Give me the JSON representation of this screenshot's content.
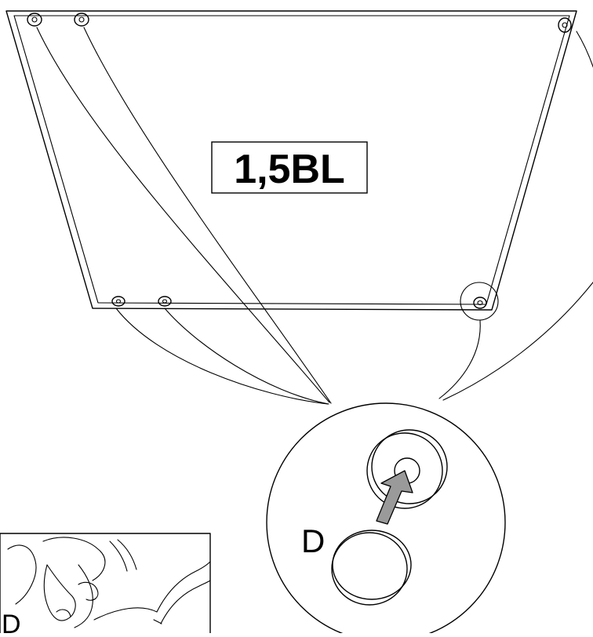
{
  "diagram": {
    "panel_label": "1,5BL",
    "detail_label": "D",
    "inset_label": "D"
  },
  "colors": {
    "ink": "#000000",
    "arrow_fill": "#9a9a9a",
    "background": "#ffffff"
  }
}
